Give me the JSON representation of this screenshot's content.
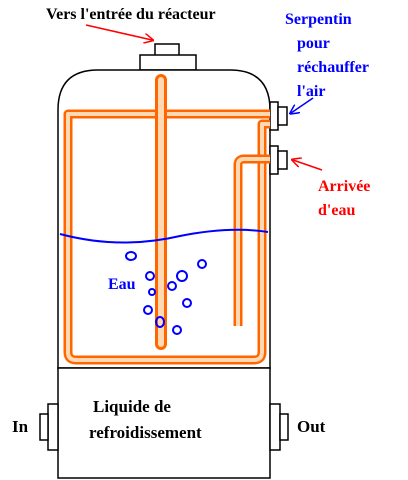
{
  "labels": {
    "reactor_inlet": "Vers l'entrée du réacteur",
    "air_coil_line1": "Serpentin",
    "air_coil_line2": "pour",
    "air_coil_line3": "réchauffer",
    "air_coil_line4": "l'air",
    "water_inlet_line1": "Arrivée",
    "water_inlet_line2": "d'eau",
    "water": "Eau",
    "coolant_line1": "Liquide de",
    "coolant_line2": "refroidissement",
    "port_in": "In",
    "port_out": "Out"
  },
  "colors": {
    "outline": "#000000",
    "pipe": "#ff6600",
    "pipe_inner": "#ffd9b3",
    "water": "#0000ff",
    "arrow_red": "#ff0000",
    "label_black": "#000000",
    "label_blue": "#0000ff",
    "label_red": "#ff0000"
  }
}
